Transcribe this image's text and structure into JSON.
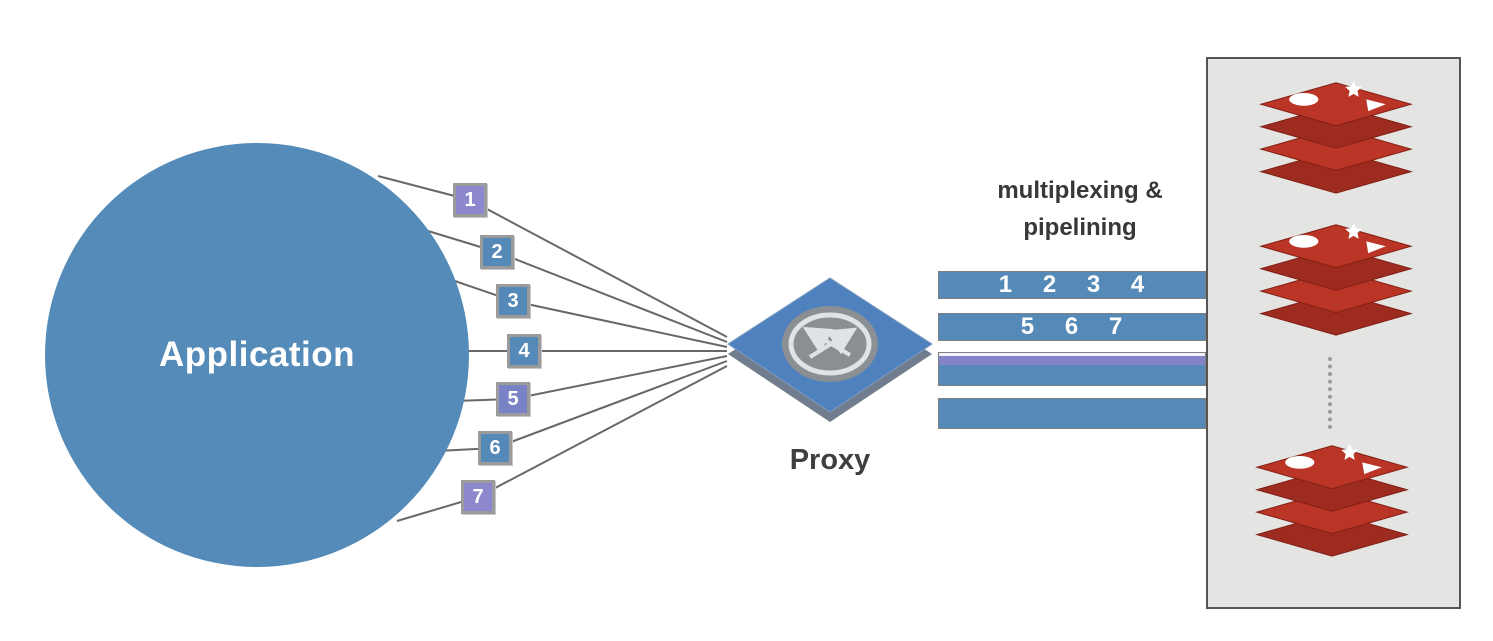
{
  "app_node": {
    "label": "Application"
  },
  "proxy_node": {
    "label": "Proxy"
  },
  "annotation": {
    "line1": "multiplexing &",
    "line2": "pipelining"
  },
  "connection_badges": [
    {
      "label": "1"
    },
    {
      "label": "2"
    },
    {
      "label": "3"
    },
    {
      "label": "4"
    },
    {
      "label": "5"
    },
    {
      "label": "6"
    },
    {
      "label": "7"
    }
  ],
  "pipelines": [
    {
      "numbers": "1 2 3 4"
    },
    {
      "numbers": "5 6 7"
    },
    {
      "numbers": ""
    },
    {
      "numbers": ""
    }
  ],
  "redis_cluster": {
    "instance_count": 3,
    "icon": "redis-stack-icon"
  },
  "colors": {
    "application_fill": "#548bb8",
    "badge_blue": "#5589b7",
    "badge_purple": "#8d88ce",
    "proxy_fill": "#4e81bd",
    "pipeline_fill": "#5589b7",
    "pipeline_stripe": "#8584c9",
    "redis_red": "#bb3526",
    "redis_dark_red": "#9e2b1f",
    "cluster_box_bg": "#e4e4e2",
    "line_gray": "#686868",
    "text_dark": "#3a3a3a"
  }
}
